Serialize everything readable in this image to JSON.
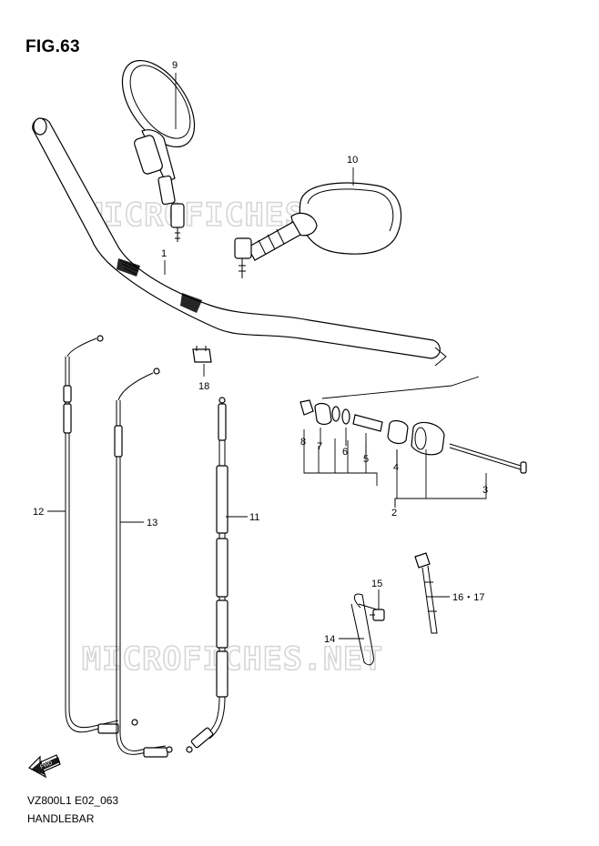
{
  "figure": {
    "title": "FIG.63",
    "model_code": "VZ800L1 E02_063",
    "section_name": "HANDLEBAR"
  },
  "watermark": {
    "text": "MICROFICHES.NET"
  },
  "fwd_label": "FWD",
  "callouts": [
    {
      "id": "1",
      "label": "1"
    },
    {
      "id": "2",
      "label": "2"
    },
    {
      "id": "3",
      "label": "3"
    },
    {
      "id": "4",
      "label": "4"
    },
    {
      "id": "5",
      "label": "5"
    },
    {
      "id": "6",
      "label": "6"
    },
    {
      "id": "7",
      "label": "7"
    },
    {
      "id": "8",
      "label": "8"
    },
    {
      "id": "9",
      "label": "9"
    },
    {
      "id": "10",
      "label": "10"
    },
    {
      "id": "11",
      "label": "11"
    },
    {
      "id": "12",
      "label": "12"
    },
    {
      "id": "13",
      "label": "13"
    },
    {
      "id": "14",
      "label": "14"
    },
    {
      "id": "15",
      "label": "15"
    },
    {
      "id": "16-17",
      "label": "16・17"
    },
    {
      "id": "18",
      "label": "18"
    }
  ]
}
